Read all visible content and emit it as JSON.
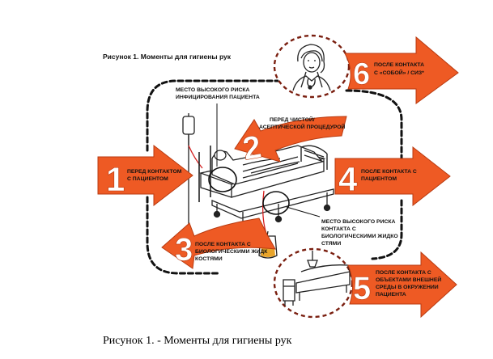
{
  "figure": {
    "inner_title": "Рисунок 1.  Моменты для гигиены рук",
    "caption": "Рисунок 1. - Моменты для гигиены рук"
  },
  "colors": {
    "arrow_orange": "#ee5a24",
    "arrow_dark": "#c63a12",
    "number_white": "#ffffff",
    "dashed_line": "#111111",
    "drawing": "#222222",
    "accent_red": "#d42020"
  },
  "moments": [
    {
      "number": "1",
      "lines": [
        "ПЕРЕД КОНТАКТОМ",
        "С ПАЦИЕНТОМ"
      ]
    },
    {
      "number": "2",
      "lines": [
        "ПЕРЕД  ЧИСТОЙ/",
        "АСЕПТИЧЕСКОЙ ПРОЦЕДУРОЙ"
      ]
    },
    {
      "number": "3",
      "lines": [
        "ПОСЛЕ КОНТАКТА С",
        "БИОЛОГИЧЕСКИМИ  ЖИДК",
        "КОСТЯМИ"
      ]
    },
    {
      "number": "4",
      "lines": [
        "ПОСЛЕ КОНТАКТА С",
        "ПАЦИЕНТОМ"
      ]
    },
    {
      "number": "5",
      "lines": [
        "ПОСЛЕ КОНТАКТА С",
        "ОБЪЕКТАМИ ВНЕШНЕЙ",
        "СРЕДЫ В ОКРУЖЕНИИ",
        "ПАЦИЕНТА"
      ]
    },
    {
      "number": "6",
      "lines": [
        "ПОСЛЕ КОНТАКТА",
        "С «СОБОЙ» / СИЗ*"
      ]
    }
  ],
  "risk_labels": {
    "top": [
      "МЕСТО ВЫСОКОГО РИСКА",
      "ИНФИЦИРОВАНИЯ ПАЦИЕНТА"
    ],
    "bottom": [
      "МЕСТО ВЫСОКОГО РИСКА",
      "КОНТАКТА С",
      "БИОЛОГИЧЕСКИМИ ЖИДКО",
      "СТЯМИ"
    ]
  },
  "icons": {
    "bed": "hospital-bed-icon",
    "iv": "iv-drip-icon",
    "nurse": "nurse-avatar-icon",
    "bag": "urine-bag-icon",
    "furniture": "bedside-furniture-icon"
  }
}
